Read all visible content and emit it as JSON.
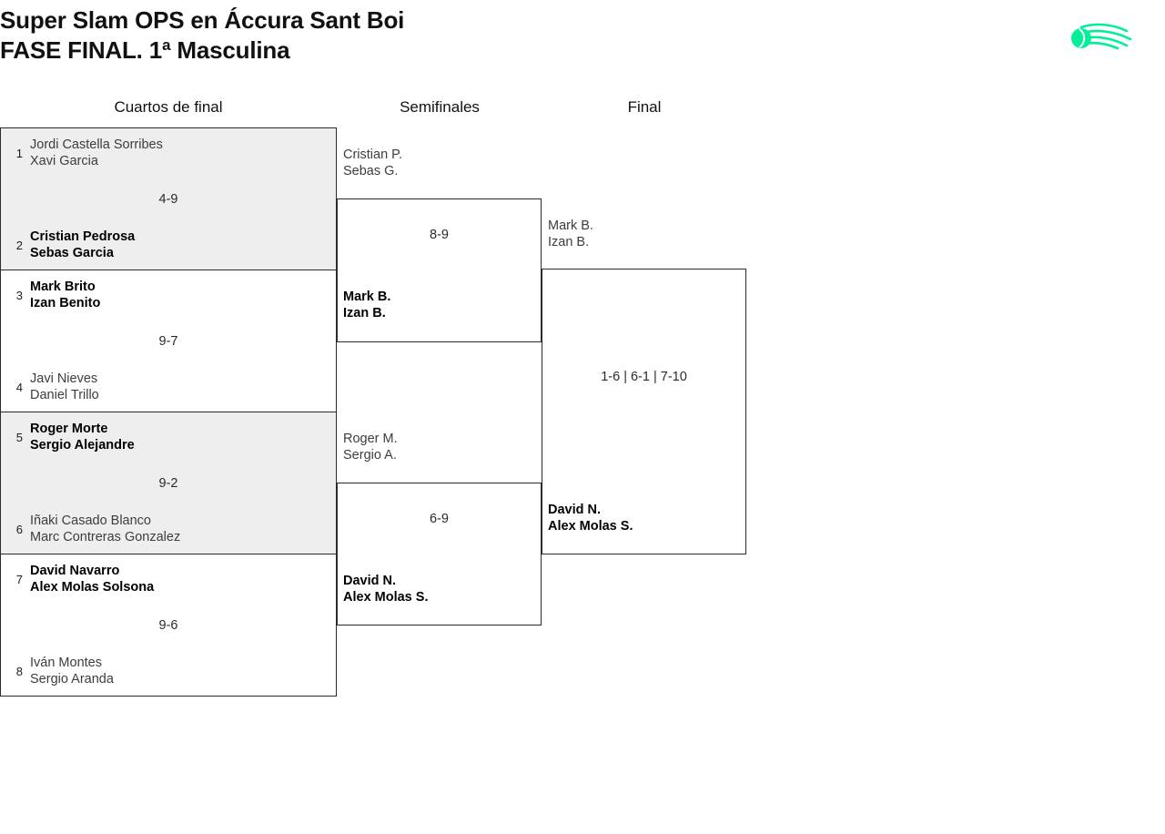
{
  "header": {
    "title": "Super Slam OPS en Áccura Sant Boi\nFASE FINAL. 1ª Masculina",
    "logo_name": "padel-ball-logo",
    "logo_color": "#00F09A"
  },
  "rounds": {
    "quarterfinals_label": "Cuartos de final",
    "semifinals_label": "Semifinales",
    "final_label": "Final"
  },
  "quarterfinals": [
    {
      "fill": "grey",
      "score": "4-9",
      "top": {
        "seed": "1",
        "player1": "Jordi Castella Sorribes",
        "player2": "Xavi Garcia",
        "status": "loser"
      },
      "bottom": {
        "seed": "2",
        "player1": "Cristian Pedrosa",
        "player2": "Sebas Garcia",
        "status": "winner"
      }
    },
    {
      "fill": "white",
      "score": "9-7",
      "top": {
        "seed": "3",
        "player1": "Mark Brito",
        "player2": "Izan Benito",
        "status": "winner"
      },
      "bottom": {
        "seed": "4",
        "player1": "Javi Nieves",
        "player2": "Daniel Trillo",
        "status": "loser"
      }
    },
    {
      "fill": "grey",
      "score": "9-2",
      "top": {
        "seed": "5",
        "player1": "Roger Morte",
        "player2": "Sergio Alejandre",
        "status": "winner"
      },
      "bottom": {
        "seed": "6",
        "player1": "Iñaki Casado Blanco",
        "player2": "Marc Contreras Gonzalez",
        "status": "loser"
      }
    },
    {
      "fill": "white",
      "score": "9-6",
      "top": {
        "seed": "7",
        "player1": "David Navarro",
        "player2": "Alex Molas Solsona",
        "status": "winner"
      },
      "bottom": {
        "seed": "8",
        "player1": "Iván Montes",
        "player2": "Sergio Aranda",
        "status": "loser"
      }
    }
  ],
  "semifinals": [
    {
      "score": "8-9",
      "top": {
        "player1": "Cristian P.",
        "player2": "Sebas G.",
        "status": "loser"
      },
      "bottom": {
        "player1": "Mark B.",
        "player2": "Izan B.",
        "status": "winner"
      }
    },
    {
      "score": "6-9",
      "top": {
        "player1": "Roger M.",
        "player2": "Sergio A.",
        "status": "loser"
      },
      "bottom": {
        "player1": "David N.",
        "player2": "Alex Molas S.",
        "status": "winner"
      }
    }
  ],
  "final": {
    "score": "1-6 | 6-1 | 7-10",
    "top": {
      "player1": "Mark B.",
      "player2": "Izan B.",
      "status": "loser"
    },
    "bottom": {
      "player1": "David N.",
      "player2": "Alex Molas S.",
      "status": "winner"
    }
  }
}
